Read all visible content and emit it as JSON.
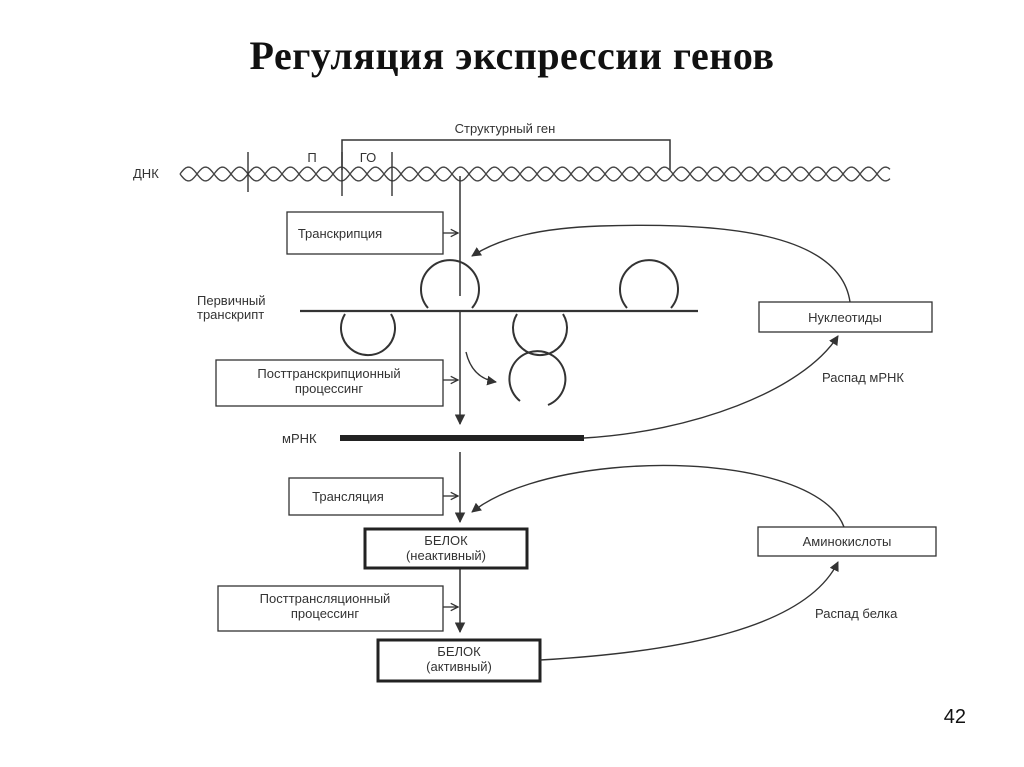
{
  "slide": {
    "title": "Регуляция экспрессии генов",
    "page_number": "42"
  },
  "diagram": {
    "labels": {
      "structural_gene": "Структурный ген",
      "dna": "ДНК",
      "promoter": "П",
      "go": "ГО",
      "primary_transcript_line1": "Первичный",
      "primary_transcript_line2": "транскрипт",
      "mrna": "мРНК",
      "mrna_decay": "Распад мРНК",
      "protein_decay": "Распад белка"
    },
    "boxes": {
      "transcription": "Транскрипция",
      "post_transcriptional_line1": "Посттранскрипционный",
      "post_transcriptional_line2": "процессинг",
      "translation": "Трансляция",
      "protein_inactive_line1": "БЕЛОК",
      "protein_inactive_line2": "(неактивный)",
      "post_translational_line1": "Посттрансляционный",
      "post_translational_line2": "процессинг",
      "protein_active_line1": "БЕЛОК",
      "protein_active_line2": "(активный)",
      "nucleotides": "Нуклеотиды",
      "amino_acids": "Аминокислоты"
    }
  }
}
